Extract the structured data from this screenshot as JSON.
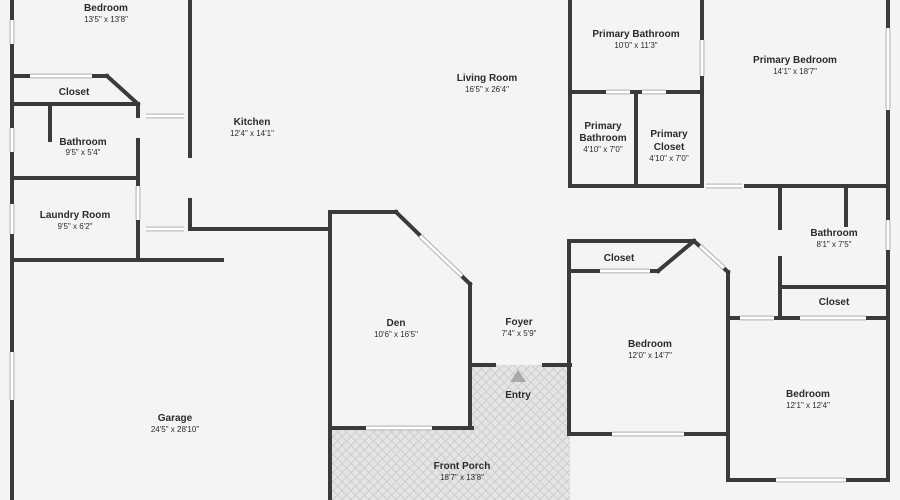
{
  "rooms": {
    "bedroom_nw": {
      "name": "Bedroom",
      "dims": "13'5\" x 13'8\""
    },
    "closet_nw": {
      "name": "Closet",
      "dims": ""
    },
    "bathroom_w": {
      "name": "Bathroom",
      "dims": "9'5\" x 5'4\""
    },
    "laundry": {
      "name": "Laundry Room",
      "dims": "9'5\" x 6'2\""
    },
    "kitchen": {
      "name": "Kitchen",
      "dims": "12'4\" x 14'1\""
    },
    "living": {
      "name": "Living Room",
      "dims": "16'5\" x 26'4\""
    },
    "primary_bathroom": {
      "name": "Primary Bathroom",
      "dims": "10'0\" x 11'3\""
    },
    "primary_bathroom_sm": {
      "name_line1": "Primary",
      "name_line2": "Bathroom",
      "dims": "4'10\" x 7'0\""
    },
    "primary_closet": {
      "name_line1": "Primary",
      "name_line2": "Closet",
      "dims": "4'10\" x 7'0\""
    },
    "primary_bedroom": {
      "name": "Primary Bedroom",
      "dims": "14'1\" x 18'7\""
    },
    "bathroom_e": {
      "name": "Bathroom",
      "dims": "8'1\" x 7'5\""
    },
    "closet_e": {
      "name": "Closet",
      "dims": ""
    },
    "closet_mid": {
      "name": "Closet",
      "dims": ""
    },
    "den": {
      "name": "Den",
      "dims": "10'6\" x 16'5\""
    },
    "foyer": {
      "name": "Foyer",
      "dims": "7'4\" x 5'9\""
    },
    "entry": {
      "name": "Entry",
      "dims": ""
    },
    "bedroom_mid": {
      "name": "Bedroom",
      "dims": "12'0\" x 14'7\""
    },
    "bedroom_se": {
      "name": "Bedroom",
      "dims": "12'1\" x 12'4\""
    },
    "garage": {
      "name": "Garage",
      "dims": "24'5\" x 28'10\""
    },
    "front_porch": {
      "name": "Front Porch",
      "dims": "18'7\" x 13'8\""
    }
  },
  "colors": {
    "wall": "#3a3a3a",
    "floor": "#f4f4f4",
    "porch": "#e2e2e2",
    "text": "#2b2b2b",
    "entry_marker": "#a9a9a9"
  }
}
